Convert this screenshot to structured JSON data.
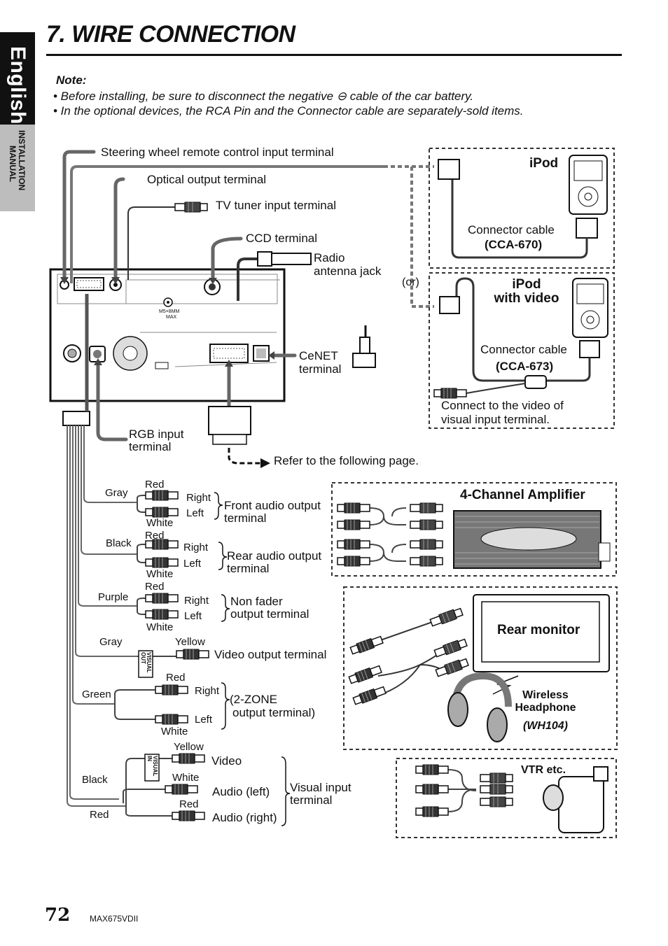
{
  "sidebar": {
    "language_tab": "English",
    "section_tab_line1": "INSTALLATION",
    "section_tab_line2": "MANUAL"
  },
  "page": {
    "title": "7. WIRE CONNECTION",
    "note_heading": "Note:",
    "note_items": [
      "• Before installing, be sure to disconnect the negative ⊖ cable of the car battery.",
      "• In the optional devices, the RCA Pin and the Connector cable are separately-sold items."
    ],
    "page_number": "72",
    "model": "MAX675VDII"
  },
  "unit_labels": {
    "steering": "Steering wheel remote control input terminal",
    "optical": "Optical output terminal",
    "tv_tuner": "TV tuner input terminal",
    "ccd": "CCD terminal",
    "radio_line1": "Radio",
    "radio_line2": "antenna jack",
    "cenet_line1": "CeNET",
    "cenet_line2": "terminal",
    "rgb_line1": "RGB input",
    "rgb_line2": "terminal",
    "refer": "Refer to the following page.",
    "or": "(or)",
    "unit_marking_line1": "M5×8MM",
    "unit_marking_line2": "MAX"
  },
  "ipod": {
    "title": "iPod",
    "cable_label": "Connector cable",
    "cable_model": "(CCA-670)"
  },
  "ipod_video": {
    "title_line1": "iPod",
    "title_line2": "with video",
    "cable_label": "Connector cable",
    "cable_model": "(CCA-673)",
    "note_line1": "Connect to the video of",
    "note_line2": "visual input terminal."
  },
  "outputs": {
    "front": {
      "wire": "Gray",
      "top": "Red",
      "bottom": "White",
      "right": "Right",
      "left": "Left",
      "line1": "Front audio output",
      "line2": "terminal"
    },
    "rear": {
      "wire": "Black",
      "top": "Red",
      "bottom": "White",
      "right": "Right",
      "left": "Left",
      "line1": "Rear audio output",
      "line2": "terminal"
    },
    "nonfader": {
      "wire": "Purple",
      "top": "Red",
      "bottom": "White",
      "right": "Right",
      "left": "Left",
      "line1": "Non fader",
      "line2": "output terminal"
    },
    "video": {
      "wire": "Gray",
      "plug": "Yellow",
      "tag": "VISUAL OUT",
      "label": "Video output terminal"
    },
    "zone": {
      "wire": "Green",
      "top": "Red",
      "bottom": "White",
      "right": "Right",
      "left": "Left",
      "line1": "(2-ZONE",
      "line2": "output terminal)"
    },
    "visual_in": {
      "wire1": "Black",
      "wire2": "Red",
      "tag": "VISUAL IN",
      "yellow": "Yellow",
      "white": "White",
      "red": "Red",
      "video": "Video",
      "audio_left": "Audio (left)",
      "audio_right": "Audio (right)",
      "line1": "Visual input",
      "line2": "terminal"
    }
  },
  "devices": {
    "amplifier": "4-Channel Amplifier",
    "rear_monitor": "Rear monitor",
    "headphone_line1": "Wireless",
    "headphone_line2": "Headphone",
    "headphone_model": "(WH104)",
    "vtr": "VTR etc."
  }
}
